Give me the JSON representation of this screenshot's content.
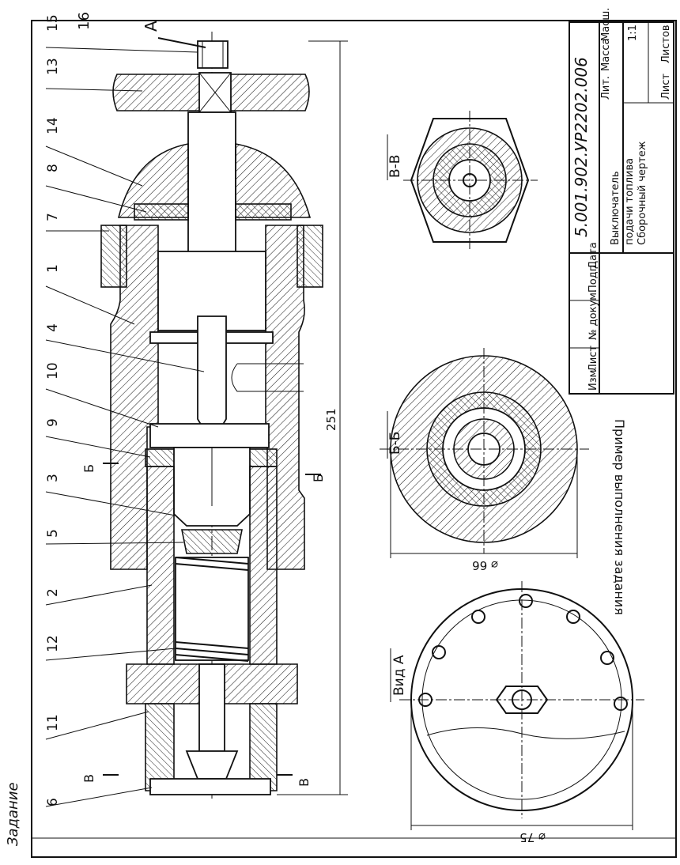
{
  "callouts": [
    "15",
    "13",
    "14",
    "8",
    "7",
    "1",
    "4",
    "10",
    "9",
    "3",
    "5",
    "2",
    "12",
    "11",
    "6"
  ],
  "sheet_number": "16",
  "view_arrow_label": "А",
  "section_mark_b": "Б",
  "section_mark_v": "В",
  "dim_length": "251",
  "section_titles": {
    "vv": "В-В",
    "bb": "Б-Б",
    "va": "Вид А"
  },
  "dim_d66": "⌀ 66",
  "dim_d75": "⌀ 75",
  "example_caption": "Пример выполнения задания",
  "left_margin_text": "Задание",
  "title_block": {
    "designation": "5.001.902.УР2202.006",
    "name_line1": "Выключатель",
    "name_line2": "подачи топлива",
    "doc_type": "Сборочный чертеж",
    "col_lit": "Лит.",
    "col_mass": "Масса",
    "col_scale": "Масш.",
    "scale": "1:1",
    "sheet_label": "Лист",
    "sheets_label": "Листов",
    "rev_headers": [
      "Изм.",
      "Лист",
      "№ докум.",
      "Подп.",
      "Дата"
    ]
  }
}
